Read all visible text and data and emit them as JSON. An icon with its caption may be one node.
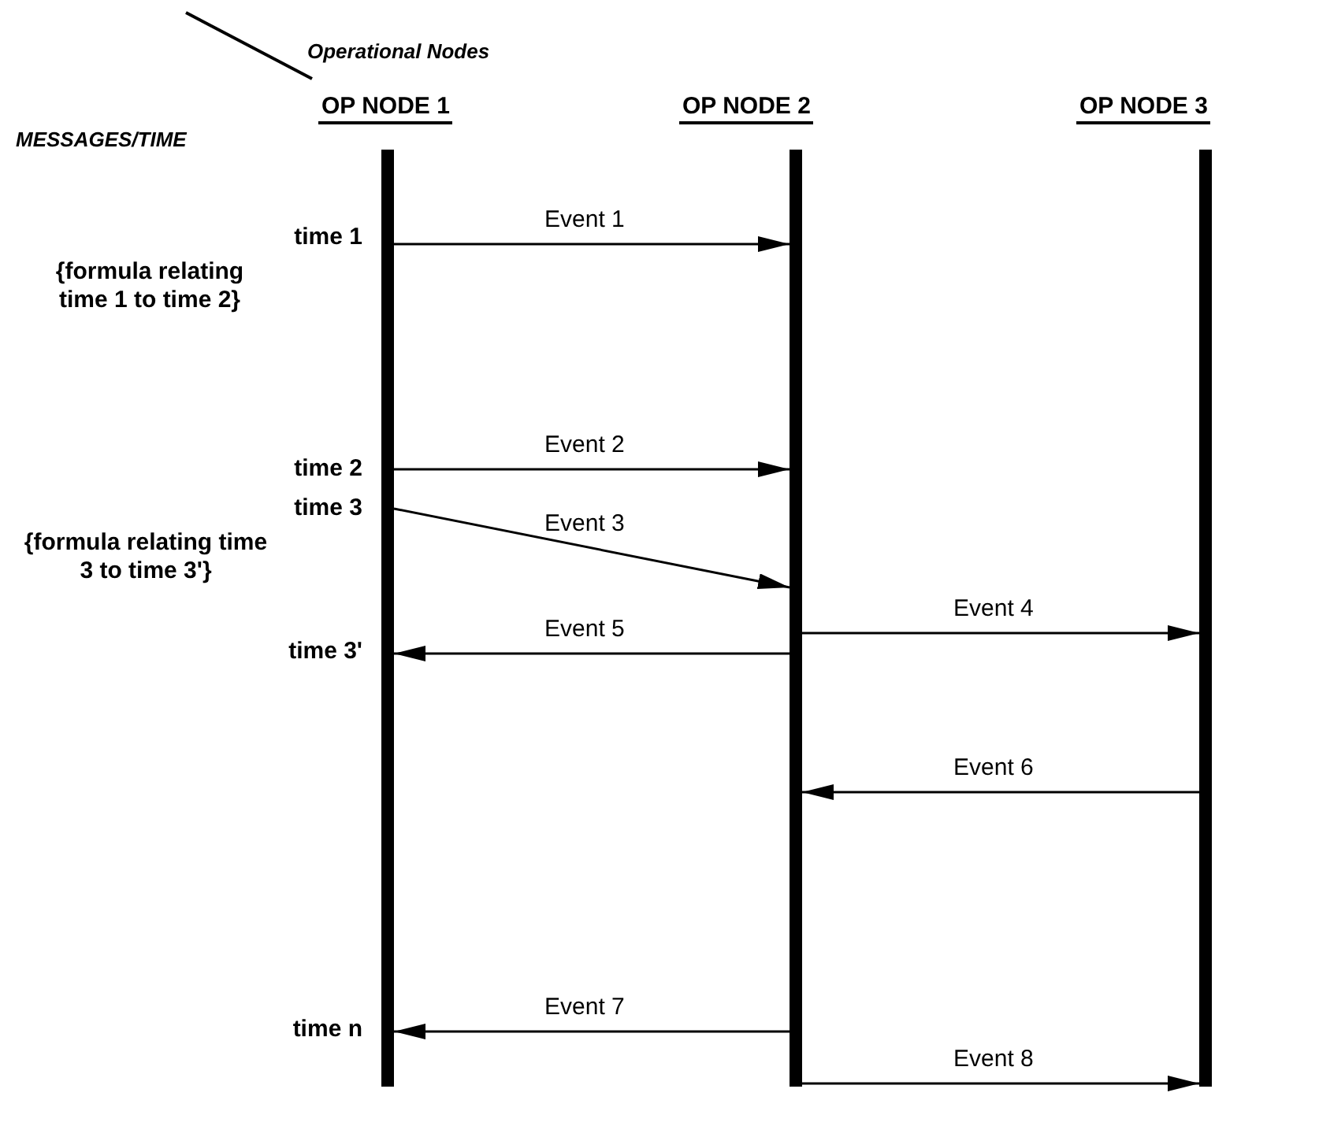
{
  "diagram": {
    "nodes": [
      {
        "text": [
          "OP NODE 1"
        ]
      },
      {
        "text": [
          "OP NODE 2"
        ]
      },
      {
        "text": [
          "OP NODE 3"
        ]
      }
    ],
    "edges": [
      {
        "from": 0,
        "to": 1,
        "arrow": "to",
        "label": "Event 1"
      },
      {
        "from": 0,
        "to": 1,
        "arrow": "to",
        "label": "Event 2"
      },
      {
        "from": 0,
        "to": 1,
        "arrow": "to",
        "label": "Event 3"
      },
      {
        "from": 1,
        "to": 2,
        "arrow": "to",
        "label": "Event 4"
      },
      {
        "from": 1,
        "to": 0,
        "arrow": "to",
        "label": "Event 5"
      },
      {
        "from": 2,
        "to": 1,
        "arrow": "to",
        "label": "Event 6"
      },
      {
        "from": 1,
        "to": 0,
        "arrow": "to",
        "label": "Event 7"
      },
      {
        "from": 1,
        "to": 2,
        "arrow": "to",
        "label": "Event 8"
      }
    ],
    "labels": [
      "Operational Nodes",
      "MESSAGES/TIME",
      "time 1",
      "{formula relating time 1 to time 2}",
      "time 2",
      "time 3",
      "{formula relating time 3 to time 3'}",
      "time 3'",
      "time n"
    ]
  }
}
